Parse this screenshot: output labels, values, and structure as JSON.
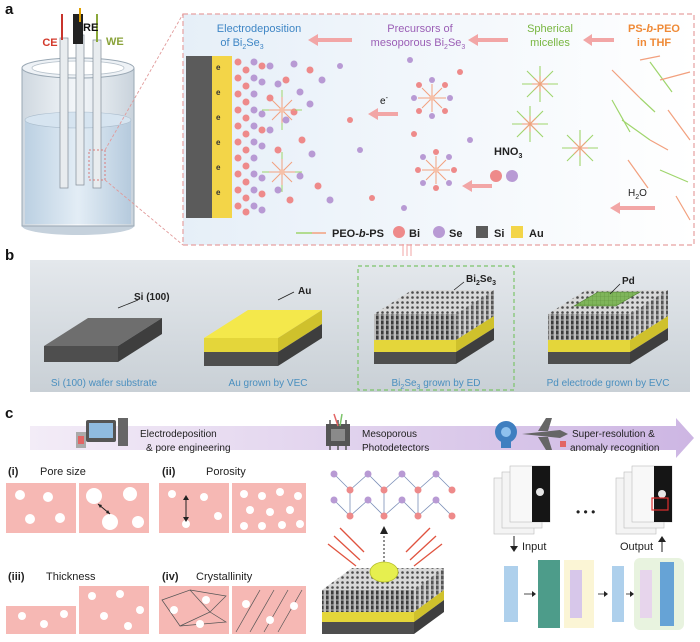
{
  "panel_a": {
    "letter": "a",
    "electrodes": {
      "ce": "CE",
      "re": "RE",
      "we": "WE"
    },
    "steps": {
      "electrodeposition": "Electrodeposition",
      "of_bi": "of Bi",
      "bi_sub2": "2",
      "se": "Se",
      "se_sub3": "3",
      "precursors": "Precursors of",
      "mesoporous_bi": "mesoporous Bi",
      "spherical": "Spherical",
      "micelles": "micelles",
      "ps_pre": "PS-",
      "ps_b": "b",
      "ps_post": "-PEO",
      "in_thf": "in THF"
    },
    "electron": "e",
    "electron_sup": "-",
    "hno3": "HNO",
    "hno3_sub": "3",
    "h2o_h": "H",
    "h2o_sub": "2",
    "h2o_o": "O",
    "legend": {
      "peo_pre": "PEO-",
      "peo_b": "b",
      "peo_post": "-PS",
      "bi": "Bi",
      "se": "Se",
      "si": "Si",
      "au": "Au"
    },
    "colors": {
      "bi": "#ee8a8a",
      "se": "#b89ad4",
      "si": "#5b5b5b",
      "au": "#f3d548",
      "peo": "#b7e08a",
      "ps": "#f4a98a"
    }
  },
  "panel_b": {
    "letter": "b",
    "labels": {
      "si100": "Si (100)",
      "au": "Au",
      "bi2se3_bi": "Bi",
      "bi2se3_sub2": "2",
      "bi2se3_se": "Se",
      "bi2se3_sub3": "3",
      "pd": "Pd"
    },
    "captions": {
      "c1": "Si (100) wafer substrate",
      "c2": "Au grown by VEC",
      "c3_bi": "Bi",
      "c3_sub2": "2",
      "c3_se": "Se",
      "c3_sub3": "3",
      "c3_rest": " grown by ED",
      "c4": "Pd electrode grown by EVC"
    }
  },
  "panel_c": {
    "letter": "c",
    "flow": {
      "s1_l1": "Electrodeposition",
      "s1_l2": "& pore engineering",
      "s2_l1": "Mesoporous",
      "s2_l2": "Photodetectors",
      "s3_l1": "Super-resolution &",
      "s3_l2": "anomaly recognition"
    },
    "sub": {
      "i": "(i)",
      "i_t": "Pore size",
      "ii": "(ii)",
      "ii_t": "Porosity",
      "iii": "(iii)",
      "iii_t": "Thickness",
      "iv": "(iv)",
      "iv_t": "Crystallinity"
    },
    "input": "Input",
    "output": "Output",
    "ellipsis": "• • •"
  }
}
